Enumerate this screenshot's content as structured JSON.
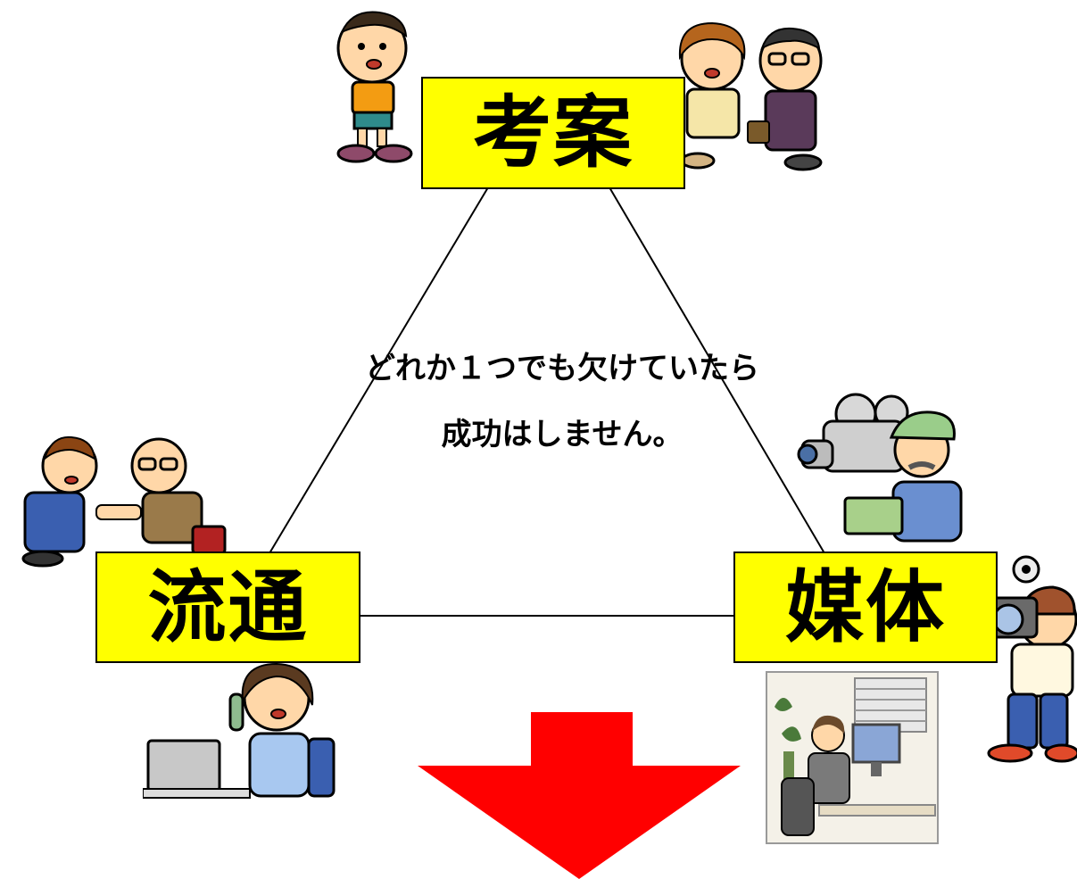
{
  "boxes": {
    "top": "考案",
    "left": "流通",
    "right": "媒体"
  },
  "message": {
    "line1": "どれか１つでも欠けていたら",
    "line2": "成功はしません。"
  },
  "colors": {
    "box_fill": "#ffff00",
    "arrow": "#ff0000",
    "line": "#000000"
  },
  "illustrations": [
    "thinking-boy",
    "greeting-couple",
    "business-handshake",
    "cameraman",
    "phone-operator",
    "photographer",
    "office-worker"
  ]
}
